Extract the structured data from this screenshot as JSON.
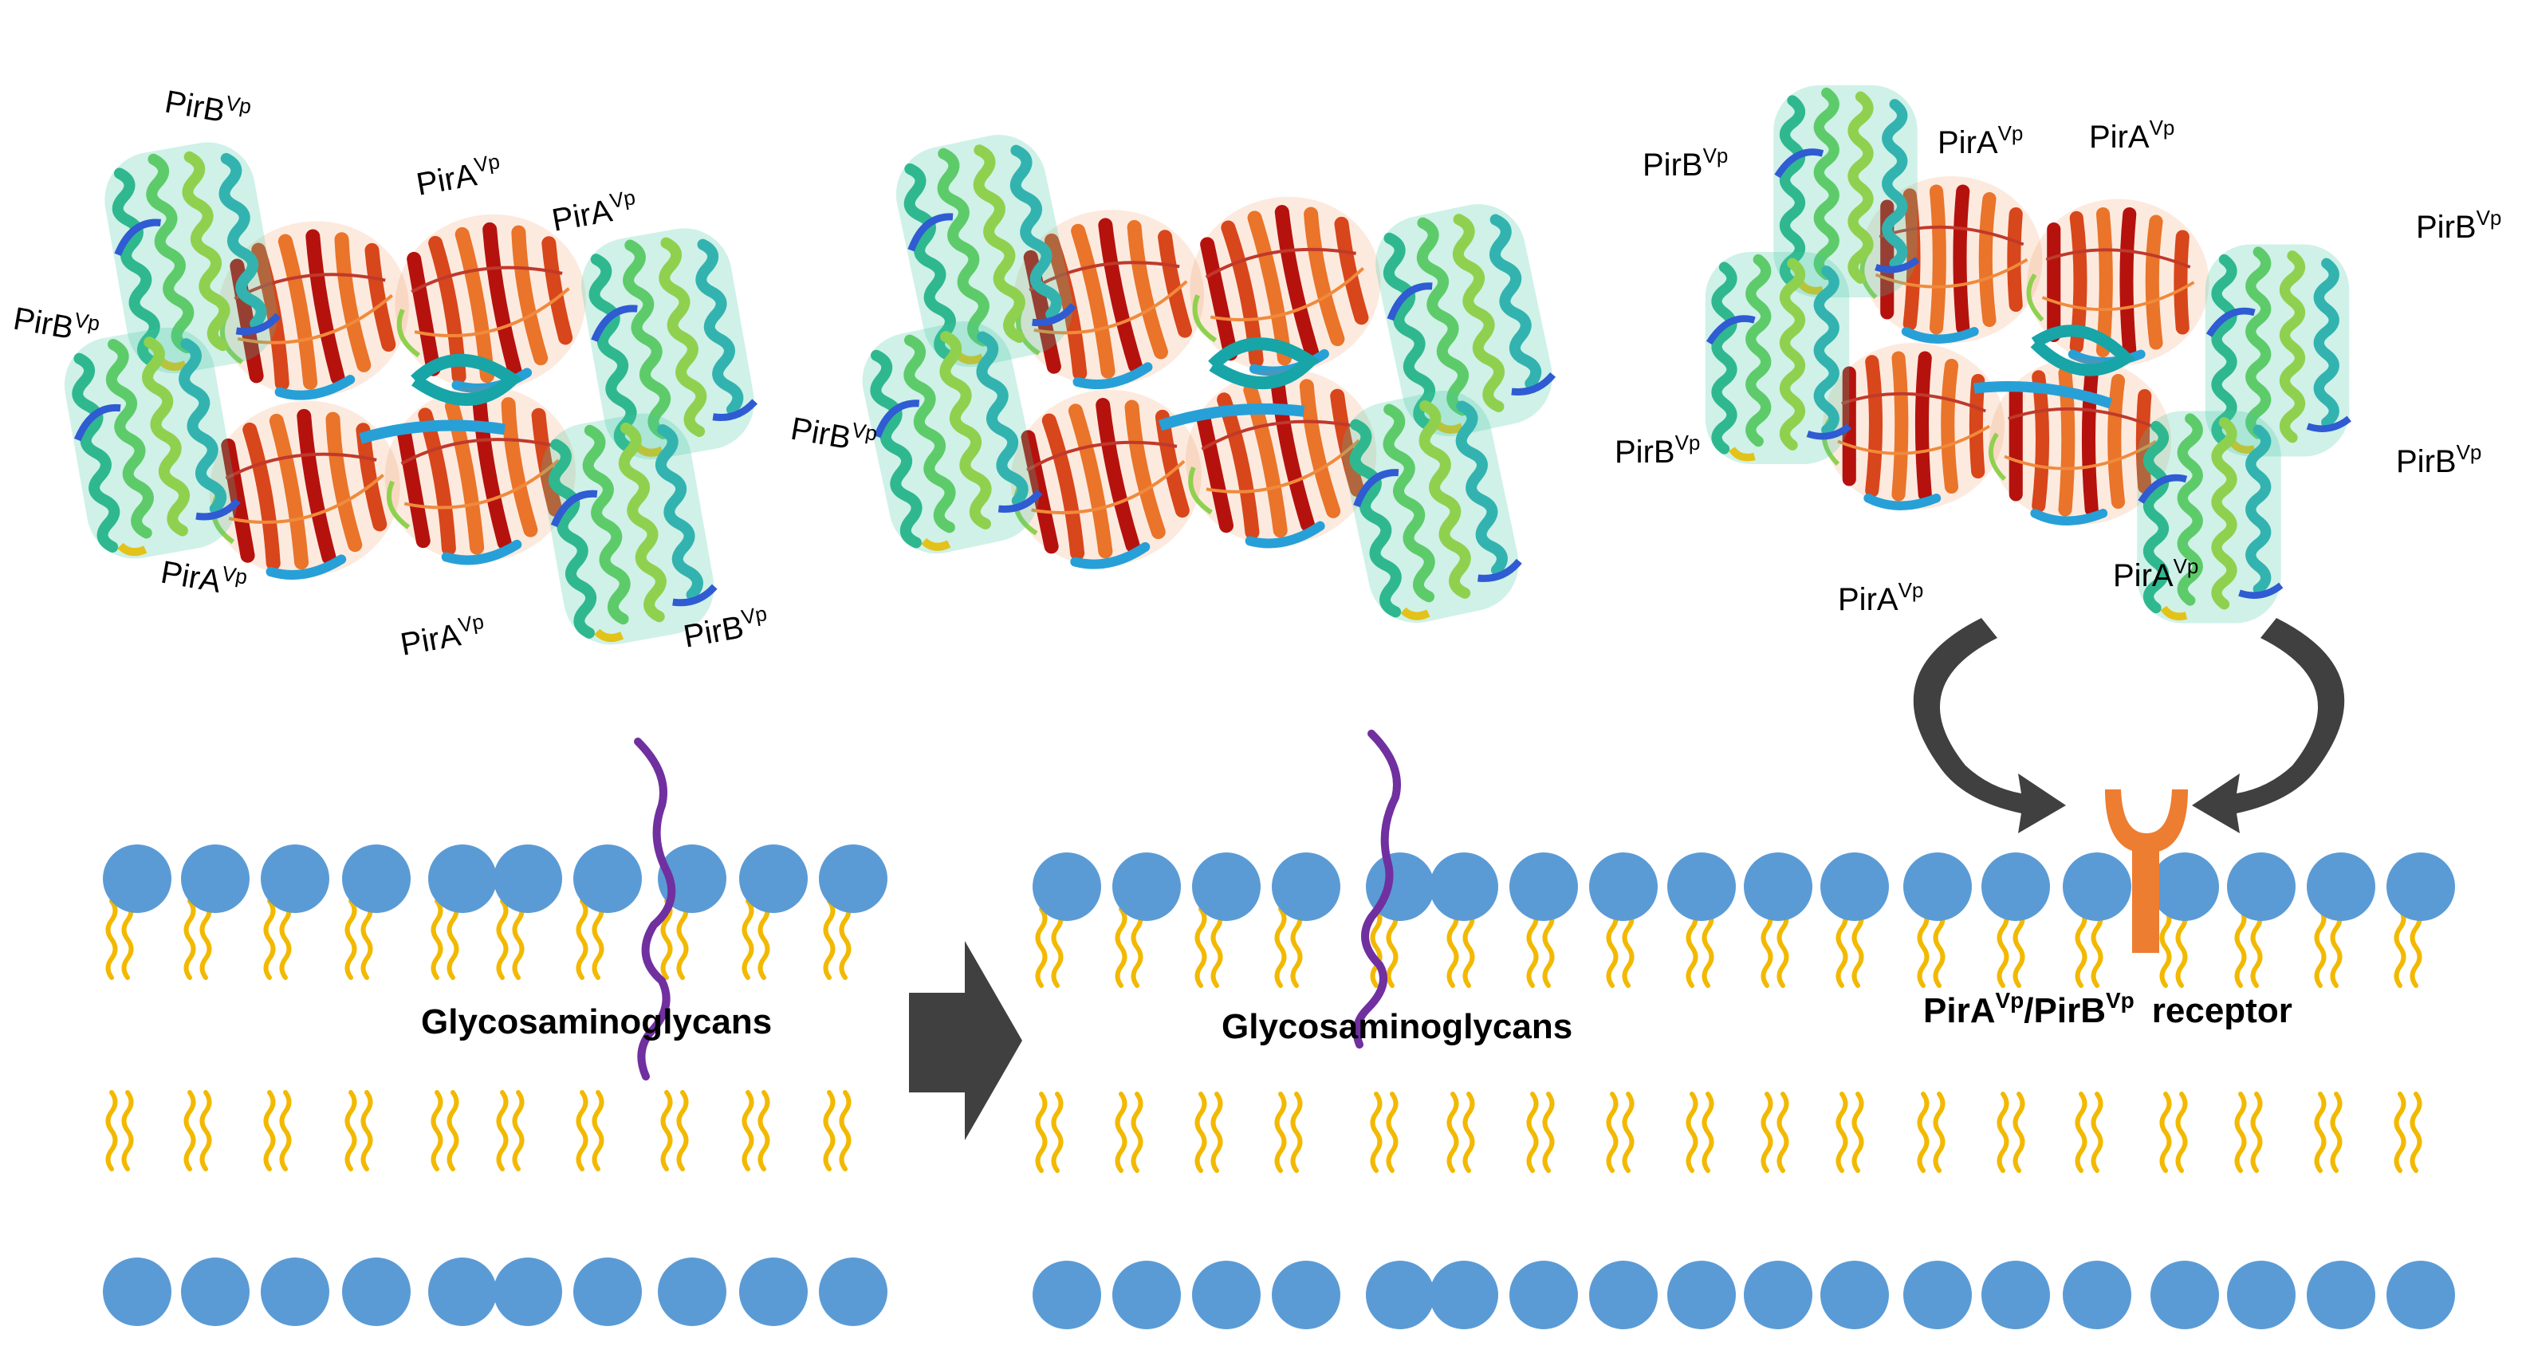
{
  "labels": {
    "pirA_main": "PirA",
    "pirB_main": "PirB",
    "superscript": "Vp",
    "slash": "/",
    "glycosaminoglycans": "Glycosaminoglycans",
    "receptor_word": "receptor"
  },
  "colors": {
    "lipid_head": "#5b9bd5",
    "lipid_tail": "#f2b900",
    "gag_chain": "#7030a0",
    "receptor": "#ed7d31",
    "arrow": "#404040",
    "helix_a": "#3ec7a4",
    "helix_b": "#8fd14f",
    "beta_a": "#b5120e",
    "beta_b": "#e9742a",
    "loop": "#2f5bd3"
  },
  "icons": {
    "process_arrow": "block-arrow-right",
    "binding_arrows": "curved-arrow-pair",
    "receptor_shape": "y-shaped-receptor"
  }
}
